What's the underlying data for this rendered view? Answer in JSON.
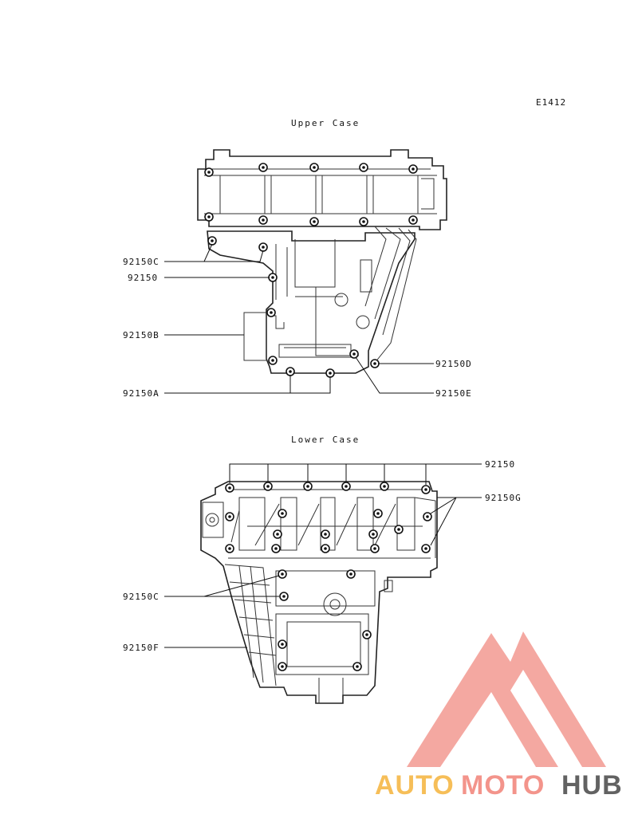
{
  "diagram_code": "E1412",
  "upper": {
    "title": "Upper Case",
    "labels": {
      "c": "92150C",
      "plain": "92150",
      "b": "92150B",
      "a": "92150A",
      "d": "92150D",
      "e": "92150E"
    }
  },
  "lower": {
    "title": "Lower Case",
    "labels": {
      "plain": "92150",
      "g": "92150G",
      "c": "92150C",
      "f": "92150F"
    }
  },
  "watermark": {
    "part1": "AUTO",
    "part2": "MOTO",
    "part3": "HUB",
    "colors": {
      "part1": "#f6b94a",
      "part2": "#f28b82",
      "part3": "#555555",
      "triangle": "#f4a19a"
    }
  }
}
